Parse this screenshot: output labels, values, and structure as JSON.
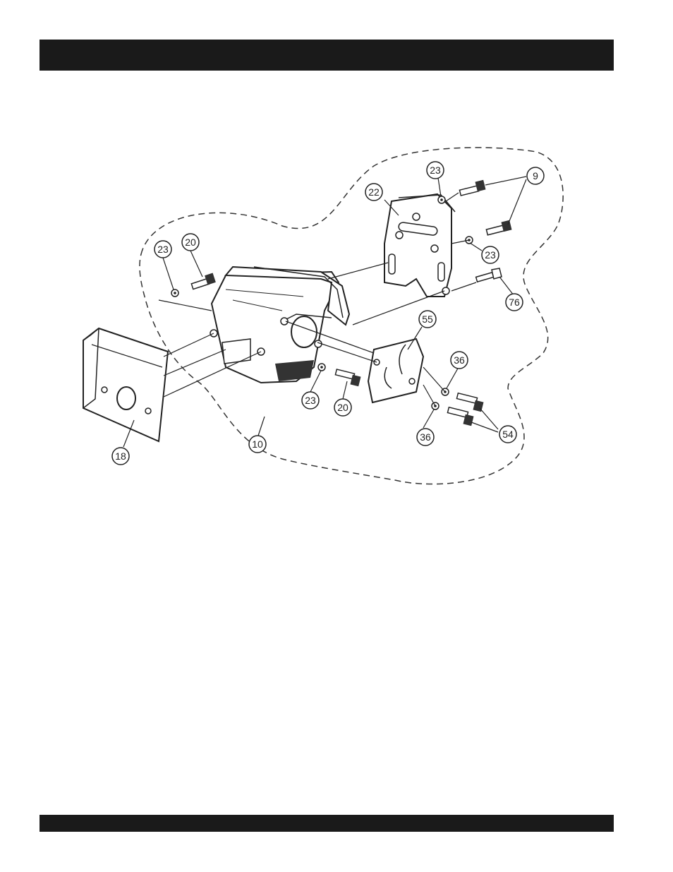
{
  "header": {
    "title": ""
  },
  "footer": {
    "text": ""
  },
  "callouts": {
    "c9": "9",
    "c10": "10",
    "c18": "18",
    "c20a": "20",
    "c20b": "20",
    "c22": "22",
    "c23a": "23",
    "c23b": "23",
    "c23c": "23",
    "c23d": "23",
    "c36a": "36",
    "c36b": "36",
    "c54": "54",
    "c55": "55",
    "c76": "76"
  }
}
